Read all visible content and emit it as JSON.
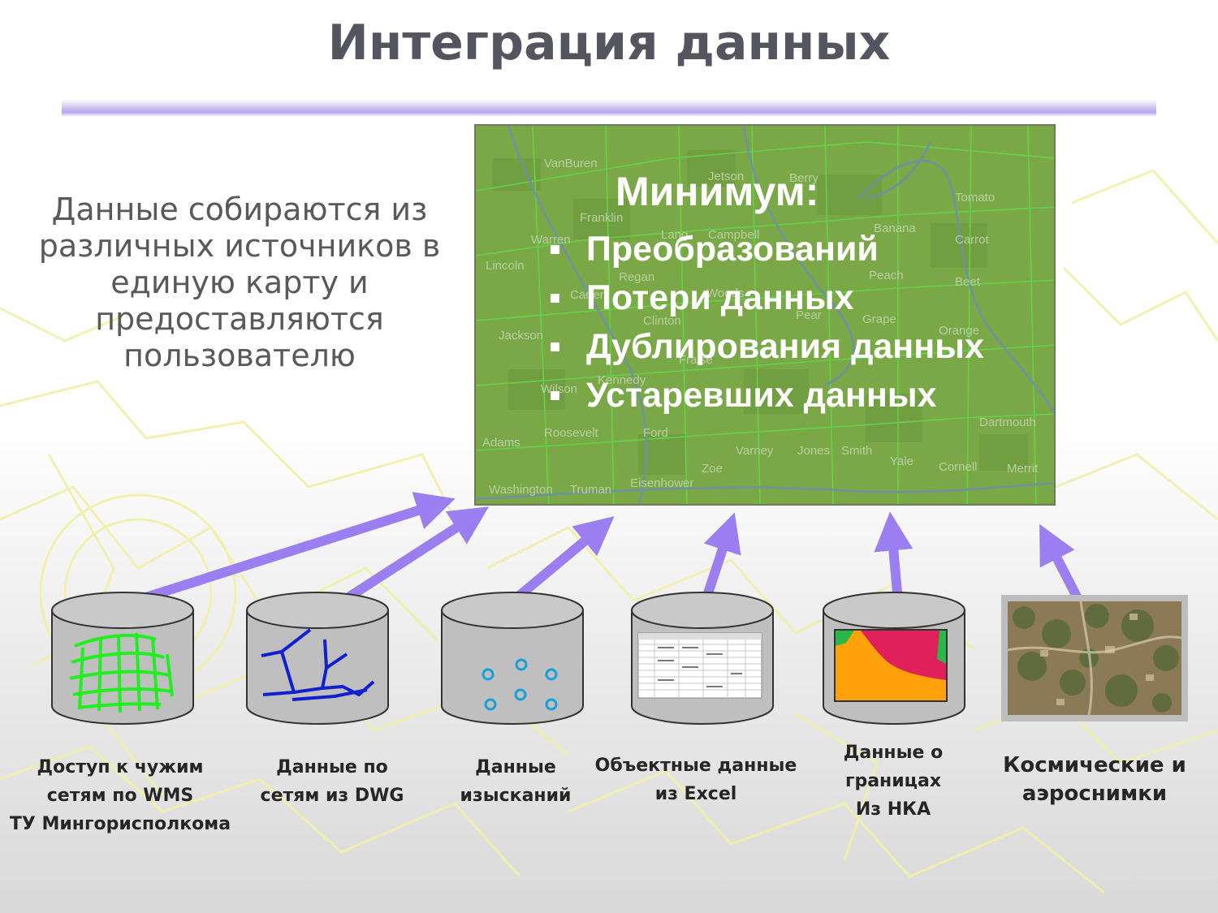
{
  "title": "Интеграция данных",
  "intro_lines": [
    "Данные собираются из",
    "различных источников в",
    "единую карту и",
    "предоставляются",
    "пользователю"
  ],
  "map": {
    "heading": "Минимум:",
    "items": [
      "Преобразований",
      "Потери данных",
      "Дублирования данных",
      "Устаревших данных"
    ],
    "street_names": [
      "VanBuren",
      "Jetson",
      "Berry",
      "Tomato",
      "Franklin",
      "Lang",
      "Campbell",
      "Banana",
      "Carrot",
      "Warren",
      "Lincoln",
      "Peach",
      "Beet",
      "Regan",
      "Carter",
      "Woods",
      "Pear",
      "Grape",
      "Clinton",
      "Orange",
      "Jackson",
      "Fraise",
      "Kennedy",
      "Wilson",
      "Dartmouth",
      "Roosevelt",
      "Ford",
      "Adams",
      "Varney",
      "Jones",
      "Smith",
      "Yale",
      "Zoe",
      "Cornell",
      "Merrit",
      "Washington",
      "Truman",
      "Eisenhower"
    ],
    "colors": {
      "fill": "#7aa846",
      "parcel_lines": "#63d14a",
      "text": "#ffffff"
    }
  },
  "sources": [
    {
      "icon": "wms-network-grid-icon",
      "lines": [
        "Доступ к чужим",
        "сетям по WMS",
        "ТУ Мингорисполкома"
      ]
    },
    {
      "icon": "dwg-network-lines-icon",
      "lines": [
        "Данные по",
        "сетям из DWG"
      ]
    },
    {
      "icon": "survey-points-icon",
      "lines": [
        "Данные",
        "изысканий"
      ]
    },
    {
      "icon": "excel-table-icon",
      "lines": [
        "Объектные данные",
        "из Excel"
      ]
    },
    {
      "icon": "boundary-polygons-icon",
      "lines": [
        "Данные о",
        "границах",
        "Из НКА"
      ]
    },
    {
      "icon": "satellite-photo-icon",
      "lines": [
        "Космические и",
        "аэроснимки"
      ]
    }
  ],
  "colors": {
    "arrow": "#9b7ff0",
    "title": "#55555f",
    "intro_text": "#595959",
    "cylinder": "#bfbfbf",
    "grid_green": "#22ee22",
    "dwg_blue": "#1020cc",
    "survey_blue": "#19a0d8",
    "boundary_orange": "#ffa10a",
    "boundary_pink": "#e0205a",
    "boundary_green": "#26b94a"
  }
}
